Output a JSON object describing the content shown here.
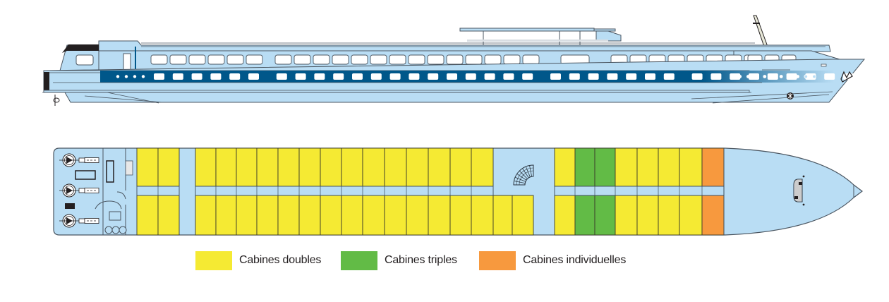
{
  "colors": {
    "hull": "#b9ddf4",
    "hull_stroke": "#4a5560",
    "band": "#00578a",
    "double": "#f5ea33",
    "triple": "#62bb46",
    "single": "#f7993e",
    "corridor": "#b9ddf4"
  },
  "profile": {
    "name": "ship-side-profile",
    "upper_window_groups": [
      6,
      14,
      1,
      8,
      3
    ],
    "band_portholes_aft": 4,
    "band_windows": 36,
    "band_portholes_fore": 11
  },
  "plan": {
    "name": "deck-plan",
    "cabins_top": [
      "double",
      "double",
      "double",
      "double",
      "double",
      "double",
      "double",
      "double",
      "double",
      "double",
      "double",
      "double",
      "double",
      "double",
      "double",
      "double",
      "double",
      "triple",
      "triple",
      "double",
      "double",
      "double",
      "double",
      "single"
    ],
    "cabins_bottom": [
      "double",
      "double",
      "double",
      "double",
      "double",
      "double",
      "double",
      "double",
      "double",
      "double",
      "double",
      "double",
      "double",
      "double",
      "double",
      "double",
      "double",
      "double",
      "double",
      "triple",
      "triple",
      "double",
      "double",
      "double",
      "double",
      "single"
    ]
  },
  "legend": [
    {
      "key": "double",
      "label": "Cabines doubles"
    },
    {
      "key": "triple",
      "label": "Cabines triples"
    },
    {
      "key": "single",
      "label": "Cabines individuelles"
    }
  ]
}
